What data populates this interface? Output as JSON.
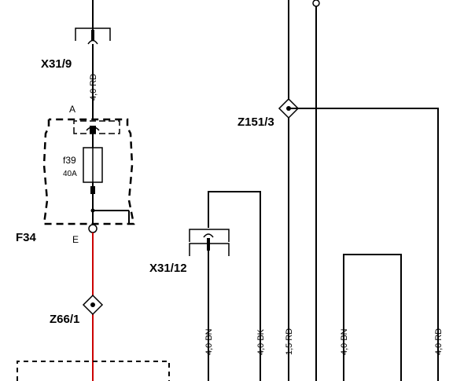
{
  "labels": {
    "x31_9": "X31/9",
    "f34": "F34",
    "f34_pin_a": "A",
    "f34_pin_e": "E",
    "fuse_name": "f39",
    "fuse_rating": "40A",
    "z151_3": "Z151/3",
    "z66_1": "Z66/1",
    "x31_12": "X31/12"
  },
  "wires": {
    "w_top": "4,0 RD",
    "w_bn1": "4,0 BN",
    "w_bk": "4,0 BK",
    "w_rd15": "1,5 RD",
    "w_bn2": "4,0 BN",
    "w_rd40": "4,0 RD"
  },
  "colors": {
    "wire_black": "#000000",
    "wire_red": "#cc0000"
  }
}
